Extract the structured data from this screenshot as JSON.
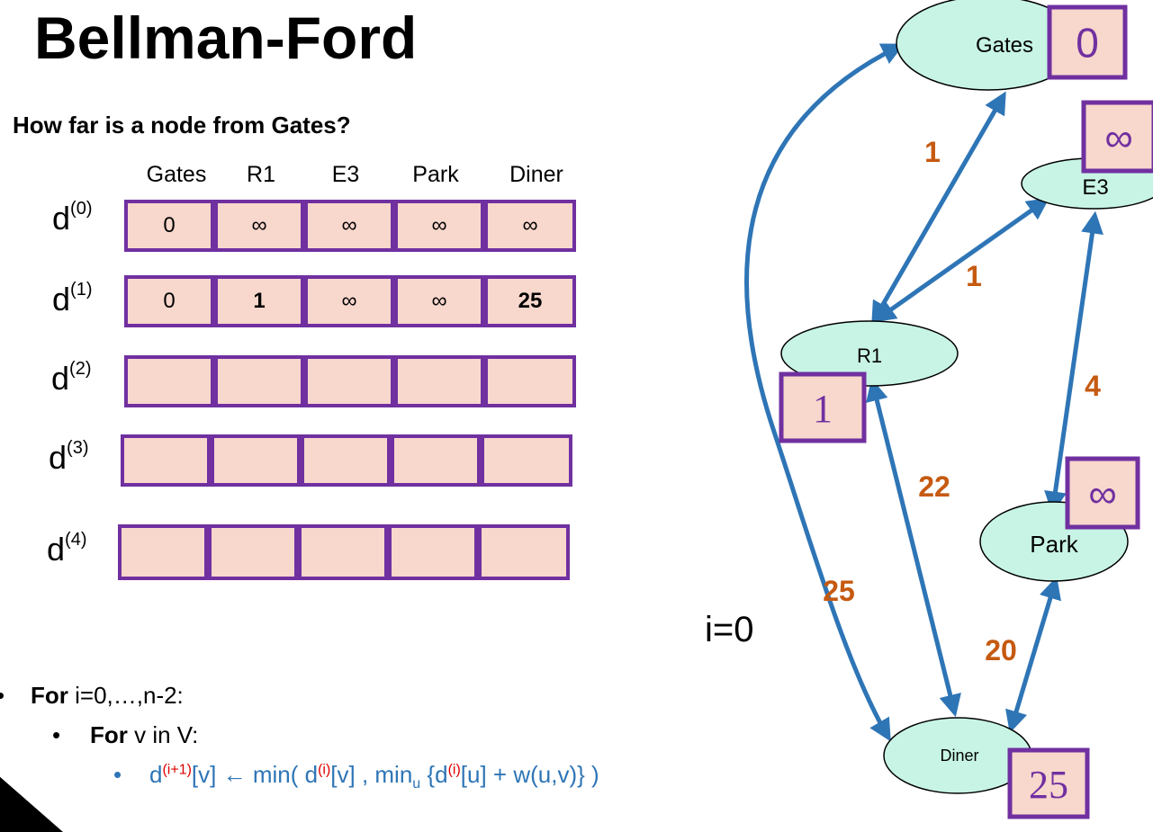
{
  "title": "Bellman-Ford",
  "question": "How far is a node from Gates?",
  "table": {
    "columns": [
      "Gates",
      "R1",
      "E3",
      "Park",
      "Diner"
    ],
    "rows": [
      {
        "label": "d",
        "sup": "(0)",
        "cells": [
          "0",
          "∞",
          "∞",
          "∞",
          "∞"
        ],
        "bold": [
          false,
          false,
          false,
          false,
          false
        ]
      },
      {
        "label": "d",
        "sup": "(1)",
        "cells": [
          "0",
          "1",
          "∞",
          "∞",
          "25"
        ],
        "bold": [
          false,
          true,
          false,
          false,
          true
        ]
      },
      {
        "label": "d",
        "sup": "(2)",
        "cells": [
          "",
          "",
          "",
          "",
          ""
        ],
        "bold": [
          false,
          false,
          false,
          false,
          false
        ]
      },
      {
        "label": "d",
        "sup": "(3)",
        "cells": [
          "",
          "",
          "",
          "",
          ""
        ],
        "bold": [
          false,
          false,
          false,
          false,
          false
        ]
      },
      {
        "label": "d",
        "sup": "(4)",
        "cells": [
          "",
          "",
          "",
          "",
          ""
        ],
        "bold": [
          false,
          false,
          false,
          false,
          false
        ]
      }
    ]
  },
  "iteration": "i=0",
  "pseudocode": {
    "line1_for": "For",
    "line1_rest": " i=0,…,n-2:",
    "line2_for": "For",
    "line2_rest": " v in V:",
    "line3": {
      "d1": "d",
      "sup1": "(i+1)",
      "t1": "[v] ← min( d",
      "sup2": "(i)",
      "t2": "[v] , min",
      "sub": "u",
      "t3": " {d",
      "sup3": "(i)",
      "t4": "[u] + w(u,v)} )"
    }
  },
  "graph": {
    "nodes": [
      {
        "id": "gates",
        "label": "Gates",
        "distance": "0"
      },
      {
        "id": "e3",
        "label": "E3",
        "distance": "∞"
      },
      {
        "id": "r1",
        "label": "R1",
        "distance": "1"
      },
      {
        "id": "park",
        "label": "Park",
        "distance": "∞"
      },
      {
        "id": "diner",
        "label": "Diner",
        "distance": "25"
      }
    ],
    "edges": [
      {
        "from": "gates",
        "to": "r1",
        "weight": "1"
      },
      {
        "from": "r1",
        "to": "e3",
        "weight": "1"
      },
      {
        "from": "e3",
        "to": "park",
        "weight": "4"
      },
      {
        "from": "r1",
        "to": "diner",
        "weight": "22"
      },
      {
        "from": "gates",
        "to": "diner",
        "weight": "25"
      },
      {
        "from": "park",
        "to": "diner",
        "weight": "20"
      }
    ]
  },
  "colors": {
    "cell_fill": "#f8d7cd",
    "cell_border": "#7030a0",
    "node_fill": "#c8f4e6",
    "edge": "#2e75b6",
    "weight": "#c55a11",
    "distance_text": "#7030a0",
    "pseudocode_blue": "#2e75b6",
    "pseudocode_red": "#e00000"
  }
}
